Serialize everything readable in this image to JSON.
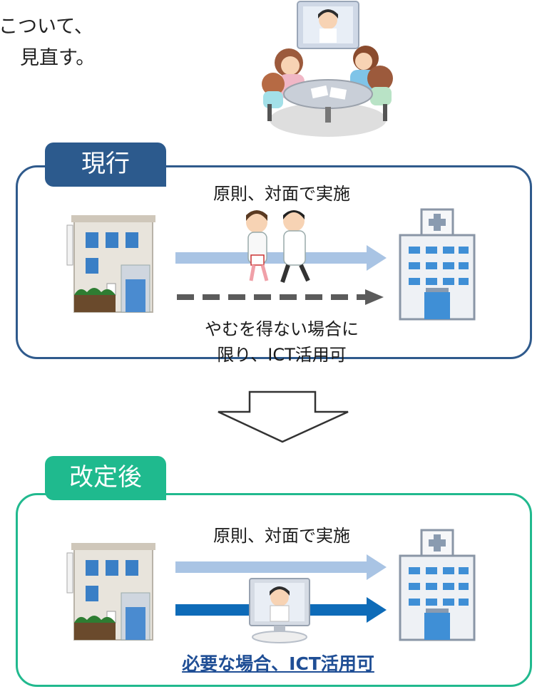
{
  "top_text": {
    "line1": "こついて、",
    "line2": "見直す。"
  },
  "current": {
    "tag": "現行",
    "principle": "原則、対面で実施",
    "exception_line1": "やむを得ない場合に",
    "exception_line2": "限り、ICT活用可"
  },
  "revised": {
    "tag": "改定後",
    "principle": "原則、対面で実施",
    "emphasis": "必要な場合、ICT活用可"
  },
  "colors": {
    "current": "#2c5a8d",
    "revised": "#1fba8e",
    "light_arrow": "#a9c4e4",
    "dark_arrow": "#0e6bb8",
    "dashed_arrow": "#5b5b5b"
  },
  "icons": [
    "meeting-illustration-icon",
    "care-facility-icon",
    "hospital-icon",
    "doctor-nurse-walking-icon",
    "doctor-on-monitor-icon",
    "down-arrow-icon"
  ]
}
